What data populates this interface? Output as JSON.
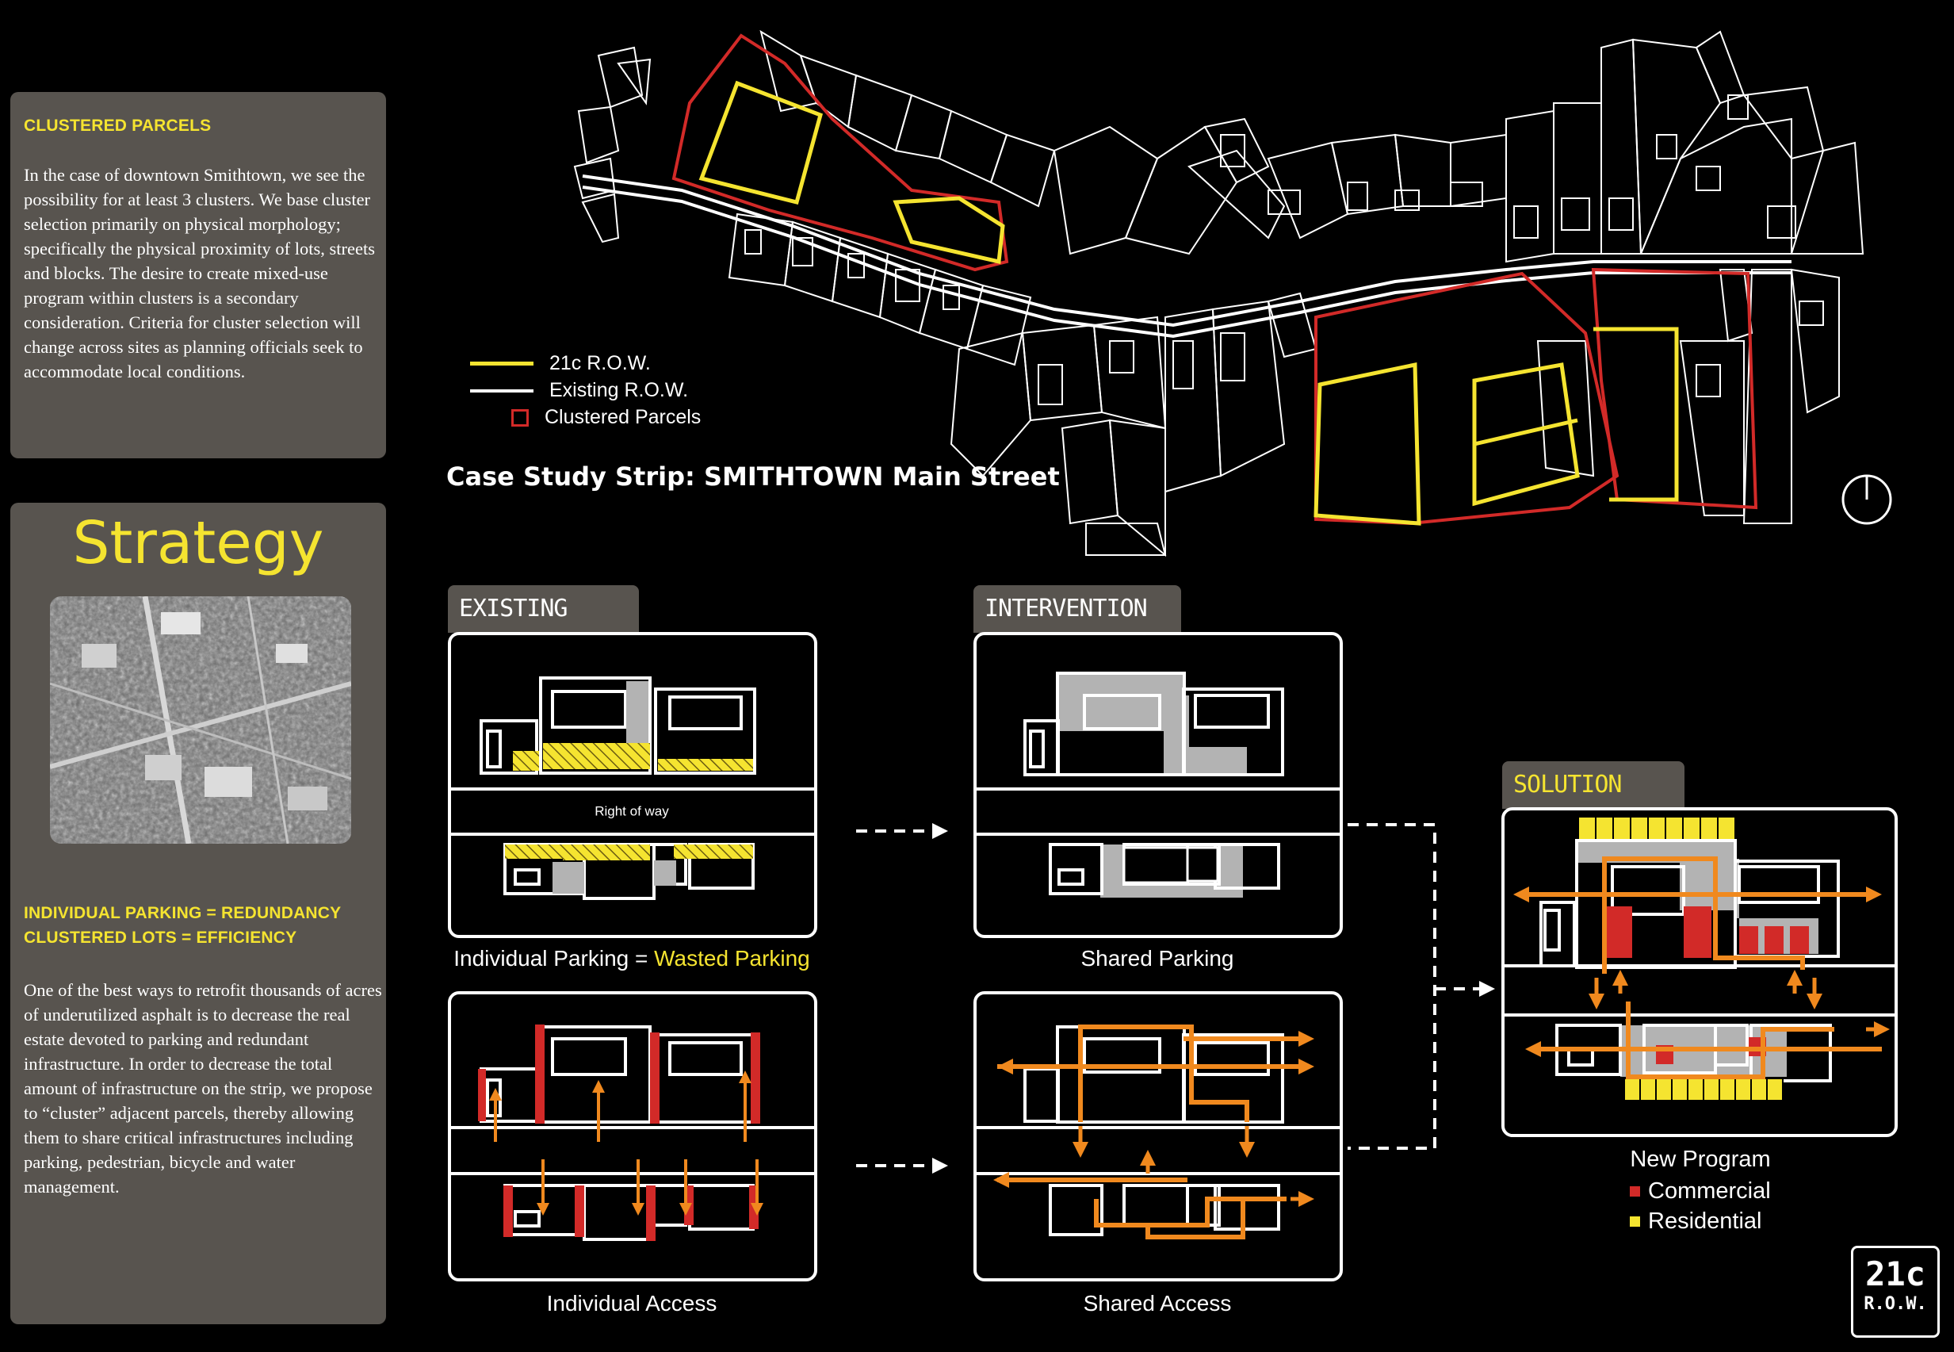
{
  "clustered": {
    "title": "CLUSTERED PARCELS",
    "body": "In the case of downtown Smithtown, we see the possibility for at least 3 clusters. We base cluster selection primarily on physical morphology; specifically the physical proximity of lots, streets and blocks. The desire to create mixed-use program within clusters is a secondary consideration.  Criteria for cluster selection will change across sites as planning officials seek to accommodate local conditions."
  },
  "strategy": {
    "title": "Strategy",
    "equation1": "INDIVIDUAL PARKING = REDUNDANCY",
    "equation2": "CLUSTERED LOTS = EFFICIENCY",
    "body": "One of the best ways to retrofit thousands of acres of underutilized asphalt is to decrease the real estate devoted to parking and redundant infrastructure.  In order to decrease the total amount of infrastructure on the strip, we propose to “cluster” adjacent parcels, thereby allowing them to share critical infrastructures including parking, pedestrian, bicycle and water management."
  },
  "map": {
    "legend": {
      "row1": "21c R.O.W.",
      "row2": "Existing R.O.W.",
      "row3": "Clustered Parcels"
    },
    "title": "Case Study Strip: SMITHTOWN Main Street"
  },
  "tabs": {
    "existing": "EXISTING",
    "intervention": "INTERVENTION",
    "solution": "SOLUTION"
  },
  "diagrams": {
    "right_of_way": "Right of way",
    "caption_ind_parking_a": "Individual Parking = ",
    "caption_ind_parking_b": "Wasted Parking",
    "caption_shared_parking": "Shared Parking",
    "caption_ind_access": "Individual Access",
    "caption_shared_access": "Shared Access"
  },
  "solution": {
    "new_program": "New Program",
    "commercial": "Commercial",
    "residential": "Residential"
  },
  "logo": {
    "line1": "21c",
    "line2": "R.O.W."
  },
  "colors": {
    "yellow": "#f5e430",
    "red": "#d22a28",
    "orange": "#f0891e",
    "gray": "#b3b3b3",
    "panel": "#58544f"
  }
}
